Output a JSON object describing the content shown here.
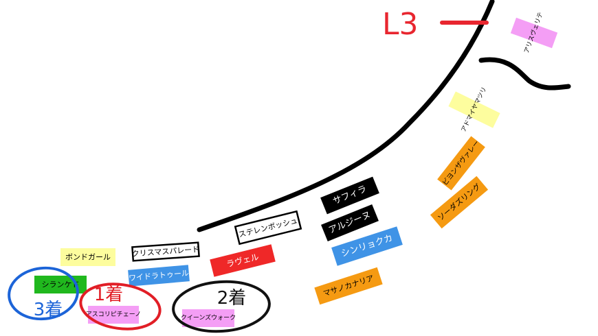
{
  "marker": {
    "label": "L3",
    "color": "#e8262f"
  },
  "palette": {
    "black": "#000000",
    "white": "#ffffff",
    "yellow": "#fdfd9e",
    "pink": "#f49ef5",
    "orange": "#f59a12",
    "blue": "#3f93e6",
    "red": "#ef2828",
    "green": "#20b81e",
    "first_circle": "#e11e26",
    "second_circle": "#111111",
    "third_circle": "#1c64d8"
  },
  "horses": [
    {
      "name": "アリスヴェリテ",
      "color": "pink",
      "text": "black"
    },
    {
      "name": "アドマイヤマツリ",
      "color": "yellow",
      "text": "black"
    },
    {
      "name": "ビヨンザヴァレー",
      "color": "orange",
      "text": "black"
    },
    {
      "name": "ソーダズリング",
      "color": "orange",
      "text": "black"
    },
    {
      "name": "サフィラ",
      "color": "black",
      "text": "white"
    },
    {
      "name": "アルジーヌ",
      "color": "black",
      "text": "white"
    },
    {
      "name": "シンリョクカ",
      "color": "blue",
      "text": "white"
    },
    {
      "name": "マサノカナリア",
      "color": "orange",
      "text": "black"
    },
    {
      "name": "ステレンボッシュ",
      "color": "white",
      "text": "black"
    },
    {
      "name": "ラヴェル",
      "color": "red",
      "text": "white"
    },
    {
      "name": "クリスマスパレード",
      "color": "white",
      "text": "black"
    },
    {
      "name": "ワイドラトゥール",
      "color": "blue",
      "text": "white"
    },
    {
      "name": "ボンドガール",
      "color": "yellow",
      "text": "black"
    },
    {
      "name": "シランケド",
      "color": "green",
      "text": "black"
    },
    {
      "name": "アスコリピチェーノ",
      "color": "pink",
      "text": "black"
    },
    {
      "name": "クイーンズウォーク",
      "color": "pink",
      "text": "black"
    }
  ],
  "placings": [
    {
      "label": "1着",
      "color": "first_circle"
    },
    {
      "label": "2着",
      "color": "second_circle"
    },
    {
      "label": "3着",
      "color": "third_circle"
    }
  ]
}
